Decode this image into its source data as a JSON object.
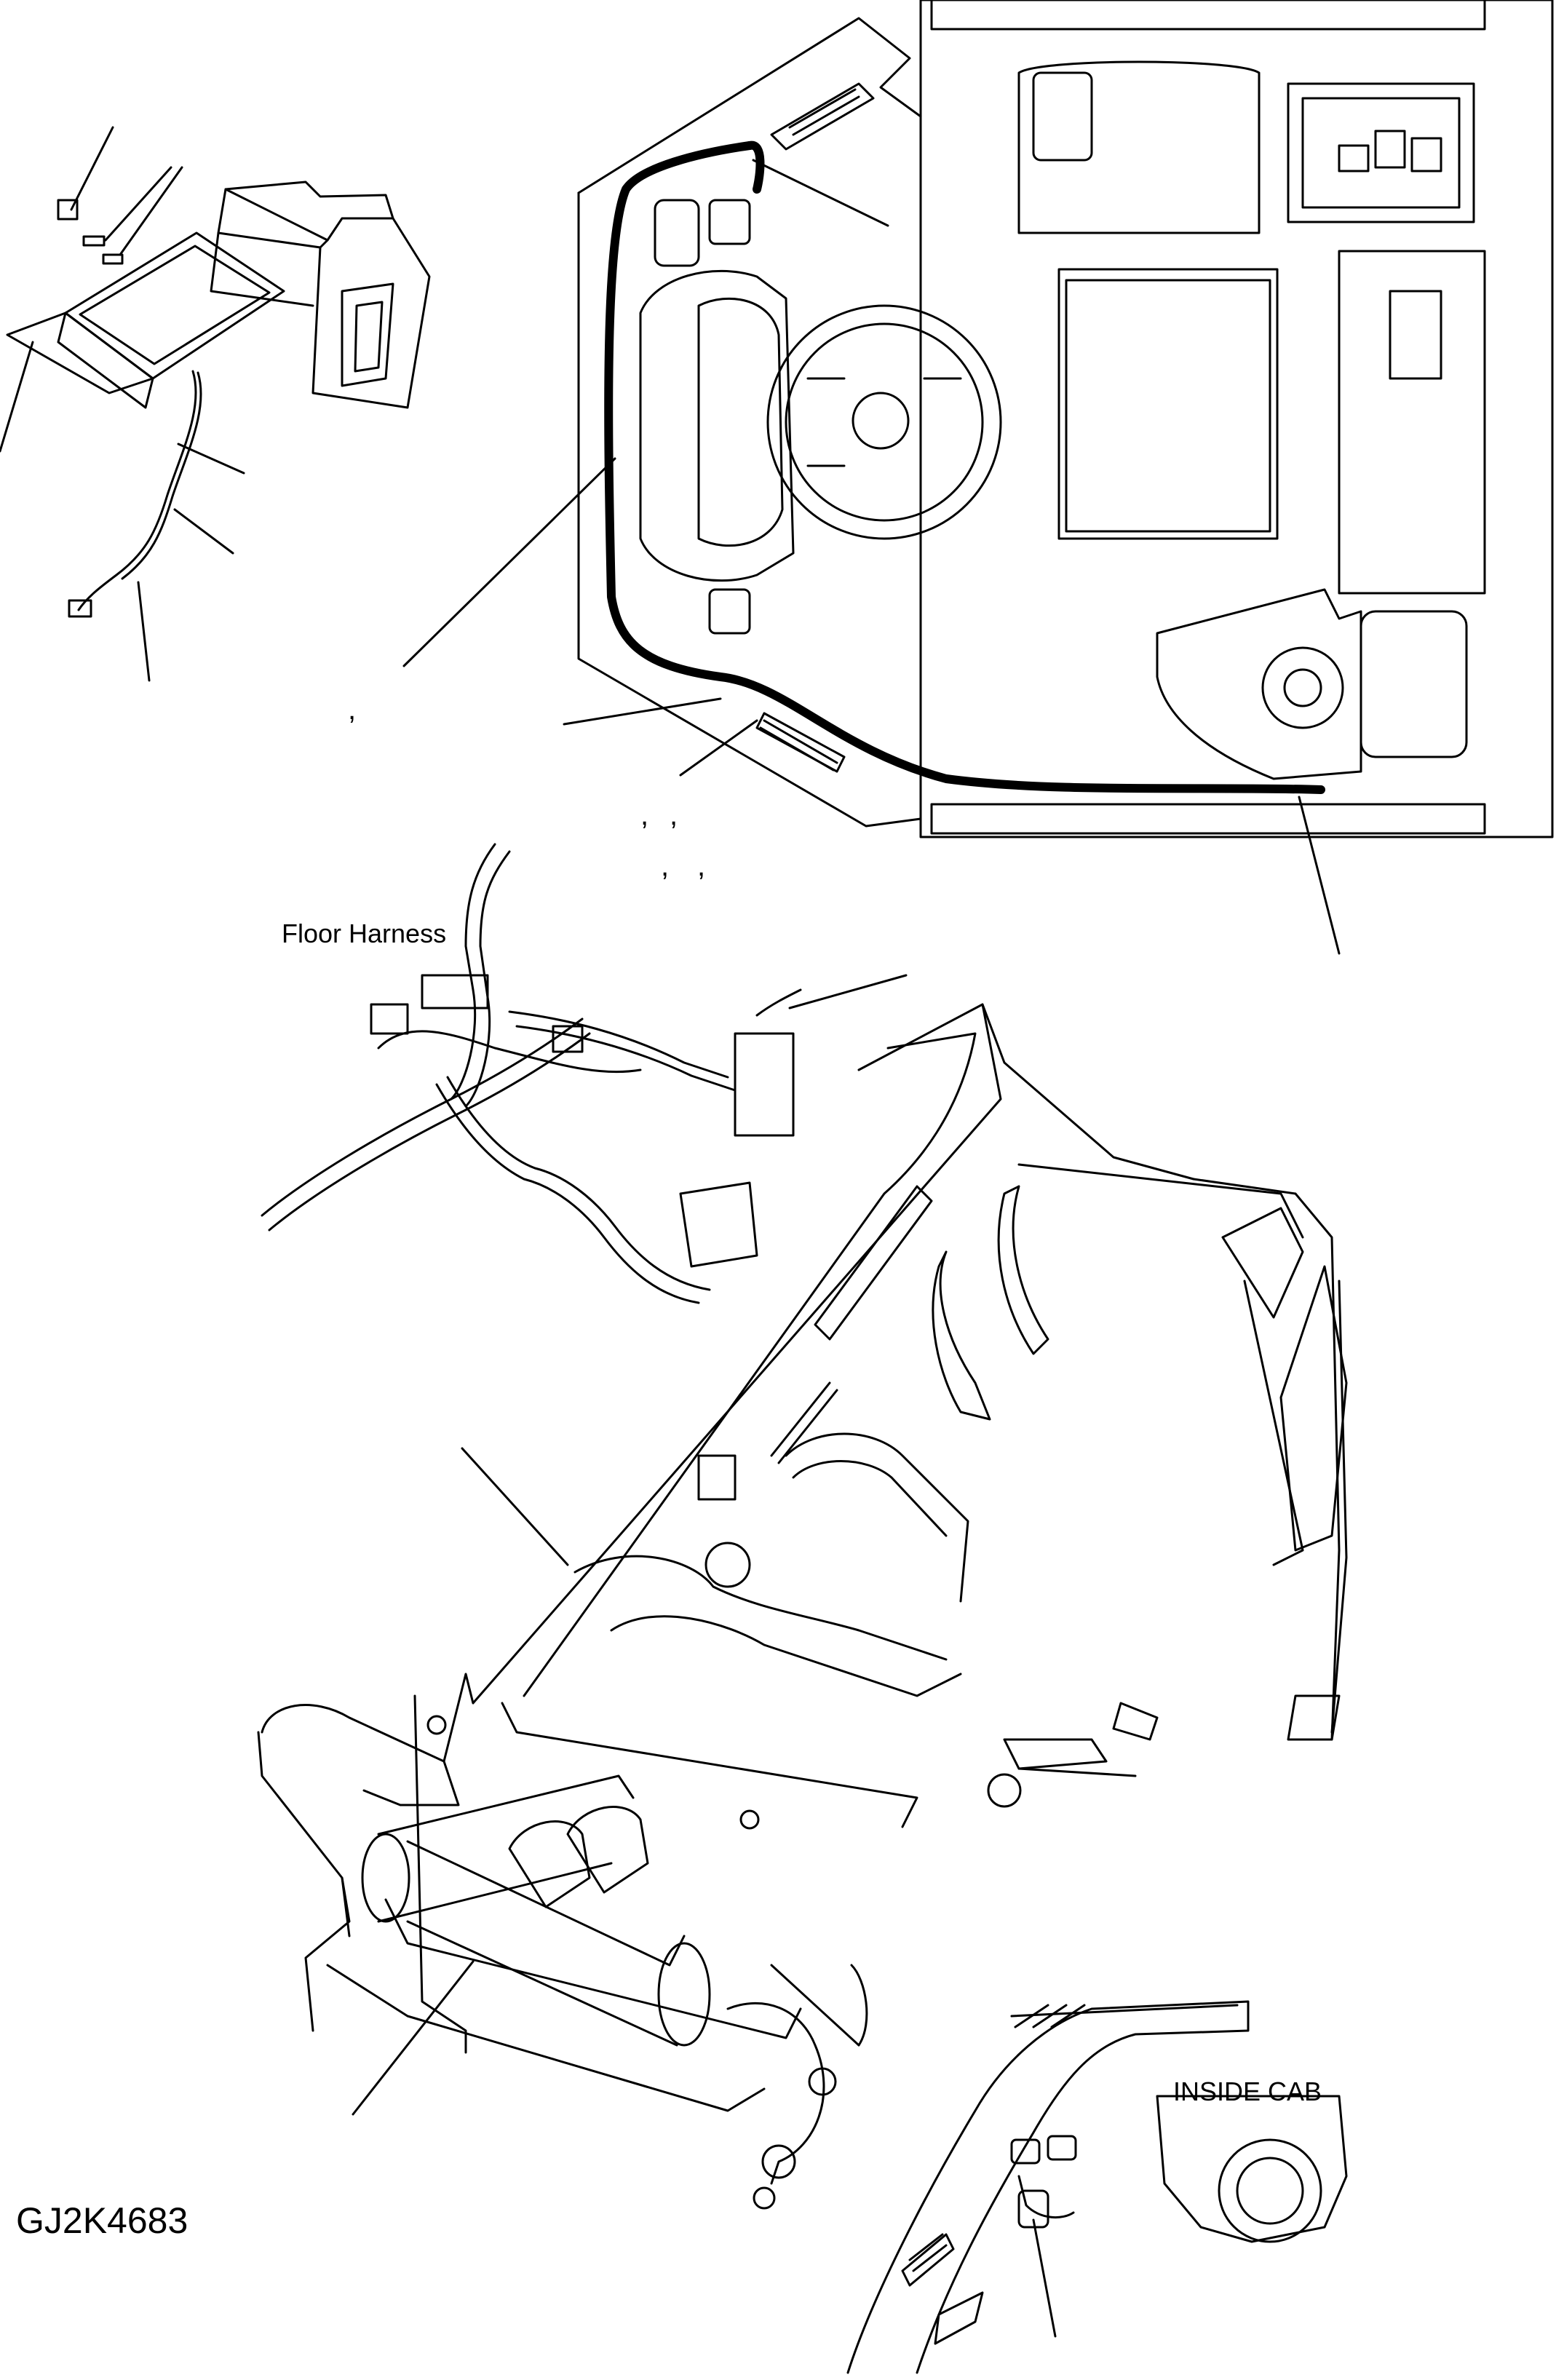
{
  "labels": {
    "floor_harness": "Floor Harness",
    "inside_cab": "INSIDE CAB",
    "drawing_code": "GJ2K4683"
  },
  "commas": [
    ",",
    ",",
    ",",
    ",",
    ","
  ]
}
